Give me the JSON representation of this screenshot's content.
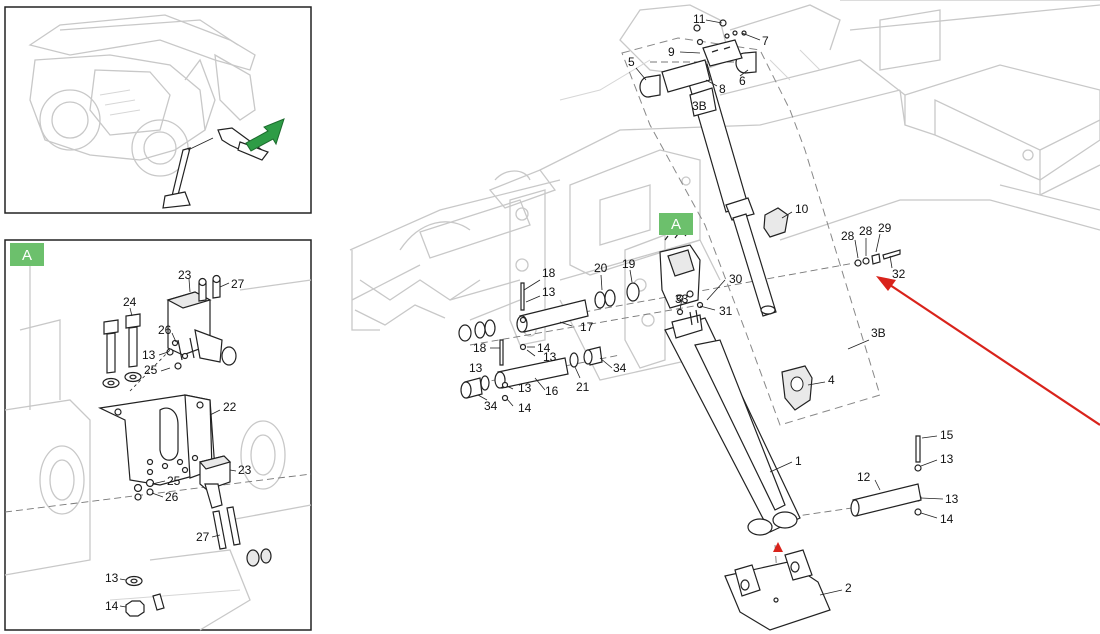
{
  "colors": {
    "badge_green": "#6cc06c",
    "arrow_green": "#2e9c46",
    "arrow_red": "#d9231b",
    "line_dark": "#222222",
    "ghost_gray": "#c8c8c8"
  },
  "badges": {
    "inset_a": "A",
    "main_a": "A"
  },
  "inset_labels": [
    {
      "id": "i23a",
      "text": "23"
    },
    {
      "id": "i27a",
      "text": "27"
    },
    {
      "id": "i24",
      "text": "24"
    },
    {
      "id": "i26a",
      "text": "26"
    },
    {
      "id": "i13a",
      "text": "13"
    },
    {
      "id": "i25a",
      "text": "25"
    },
    {
      "id": "i22",
      "text": "22"
    },
    {
      "id": "i23b",
      "text": "23"
    },
    {
      "id": "i25b",
      "text": "25"
    },
    {
      "id": "i26b",
      "text": "26"
    },
    {
      "id": "i27b",
      "text": "27"
    },
    {
      "id": "i13b",
      "text": "13"
    },
    {
      "id": "i14",
      "text": "14"
    }
  ],
  "main_labels": [
    {
      "id": "m11",
      "text": "11"
    },
    {
      "id": "m7",
      "text": "7"
    },
    {
      "id": "m9",
      "text": "9"
    },
    {
      "id": "m5",
      "text": "5"
    },
    {
      "id": "m6",
      "text": "6"
    },
    {
      "id": "m8",
      "text": "8"
    },
    {
      "id": "m3b_top",
      "text": "3B"
    },
    {
      "id": "m10",
      "text": "10"
    },
    {
      "id": "m28a",
      "text": "28"
    },
    {
      "id": "m28b",
      "text": "28"
    },
    {
      "id": "m29",
      "text": "29"
    },
    {
      "id": "m32",
      "text": "32"
    },
    {
      "id": "m18a",
      "text": "18"
    },
    {
      "id": "m20",
      "text": "20"
    },
    {
      "id": "m19",
      "text": "19"
    },
    {
      "id": "m30",
      "text": "30"
    },
    {
      "id": "m13a",
      "text": "13"
    },
    {
      "id": "m33",
      "text": "33"
    },
    {
      "id": "m31",
      "text": "31"
    },
    {
      "id": "m17",
      "text": "17"
    },
    {
      "id": "m3b_side",
      "text": "3B"
    },
    {
      "id": "m18b",
      "text": "18"
    },
    {
      "id": "m14a",
      "text": "14"
    },
    {
      "id": "m13b",
      "text": "13"
    },
    {
      "id": "m13c",
      "text": "13"
    },
    {
      "id": "m21",
      "text": "21"
    },
    {
      "id": "m34a",
      "text": "34"
    },
    {
      "id": "m16",
      "text": "16"
    },
    {
      "id": "m13d",
      "text": "13"
    },
    {
      "id": "m34b",
      "text": "34"
    },
    {
      "id": "m14b",
      "text": "14"
    },
    {
      "id": "m4",
      "text": "4"
    },
    {
      "id": "m15",
      "text": "15"
    },
    {
      "id": "m13e",
      "text": "13"
    },
    {
      "id": "m1",
      "text": "1"
    },
    {
      "id": "m12",
      "text": "12"
    },
    {
      "id": "m13f",
      "text": "13"
    },
    {
      "id": "m14c",
      "text": "14"
    },
    {
      "id": "m2",
      "text": "2"
    }
  ]
}
